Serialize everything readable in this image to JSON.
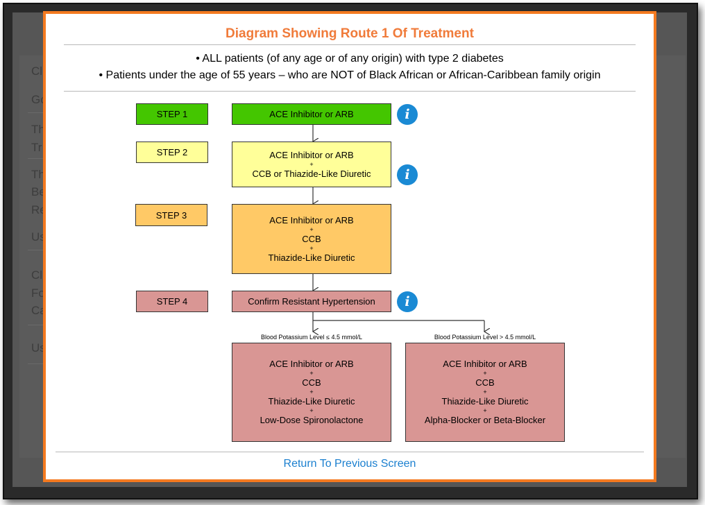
{
  "background_items": [
    "Cl",
    "Go",
    "Th",
    "Tr",
    "Th",
    "Be",
    "Re",
    "Us",
    "Cl",
    "Fo",
    "Ca",
    "Us"
  ],
  "modal": {
    "title": "Diagram Showing Route 1 Of Treatment",
    "criteria": [
      "• ALL patients (of any age or of any origin) with type 2 diabetes",
      "• Patients under the age of 55 years – who are NOT of Black African or African-Caribbean family origin"
    ],
    "return_link": "Return To Previous Screen"
  },
  "diagram": {
    "steps": [
      {
        "label": "STEP 1",
        "color": "#44c600",
        "lines": [
          "ACE Inhibitor or ARB"
        ],
        "info": true
      },
      {
        "label": "STEP 2",
        "color": "#ffff99",
        "lines": [
          "ACE Inhibitor or ARB",
          "CCB or Thiazide-Like Diuretic"
        ],
        "info": true
      },
      {
        "label": "STEP 3",
        "color": "#ffc966",
        "lines": [
          "ACE Inhibitor or ARB",
          "CCB",
          "Thiazide-Like Diuretic"
        ],
        "info": false
      },
      {
        "label": "STEP 4",
        "color": "#d99694",
        "lines": [
          "Confirm Resistant Hypertension"
        ],
        "info": true
      }
    ],
    "plus_sign": "+",
    "info_glyph": "i",
    "branches": [
      {
        "condition": "Blood Potassium Level ≤ 4.5 mmol/L",
        "lines": [
          "ACE Inhibitor or ARB",
          "CCB",
          "Thiazide-Like Diuretic",
          "Low-Dose Spironolactone"
        ]
      },
      {
        "condition": "Blood Potassium Level > 4.5 mmol/L",
        "lines": [
          "ACE Inhibitor or ARB",
          "CCB",
          "Thiazide-Like Diuretic",
          "Alpha-Blocker or Beta-Blocker"
        ]
      }
    ],
    "branch_color": "#d99694"
  },
  "colors": {
    "accent": "#f47a20",
    "link": "#1a7fcf",
    "info": "#1a8ad4"
  }
}
